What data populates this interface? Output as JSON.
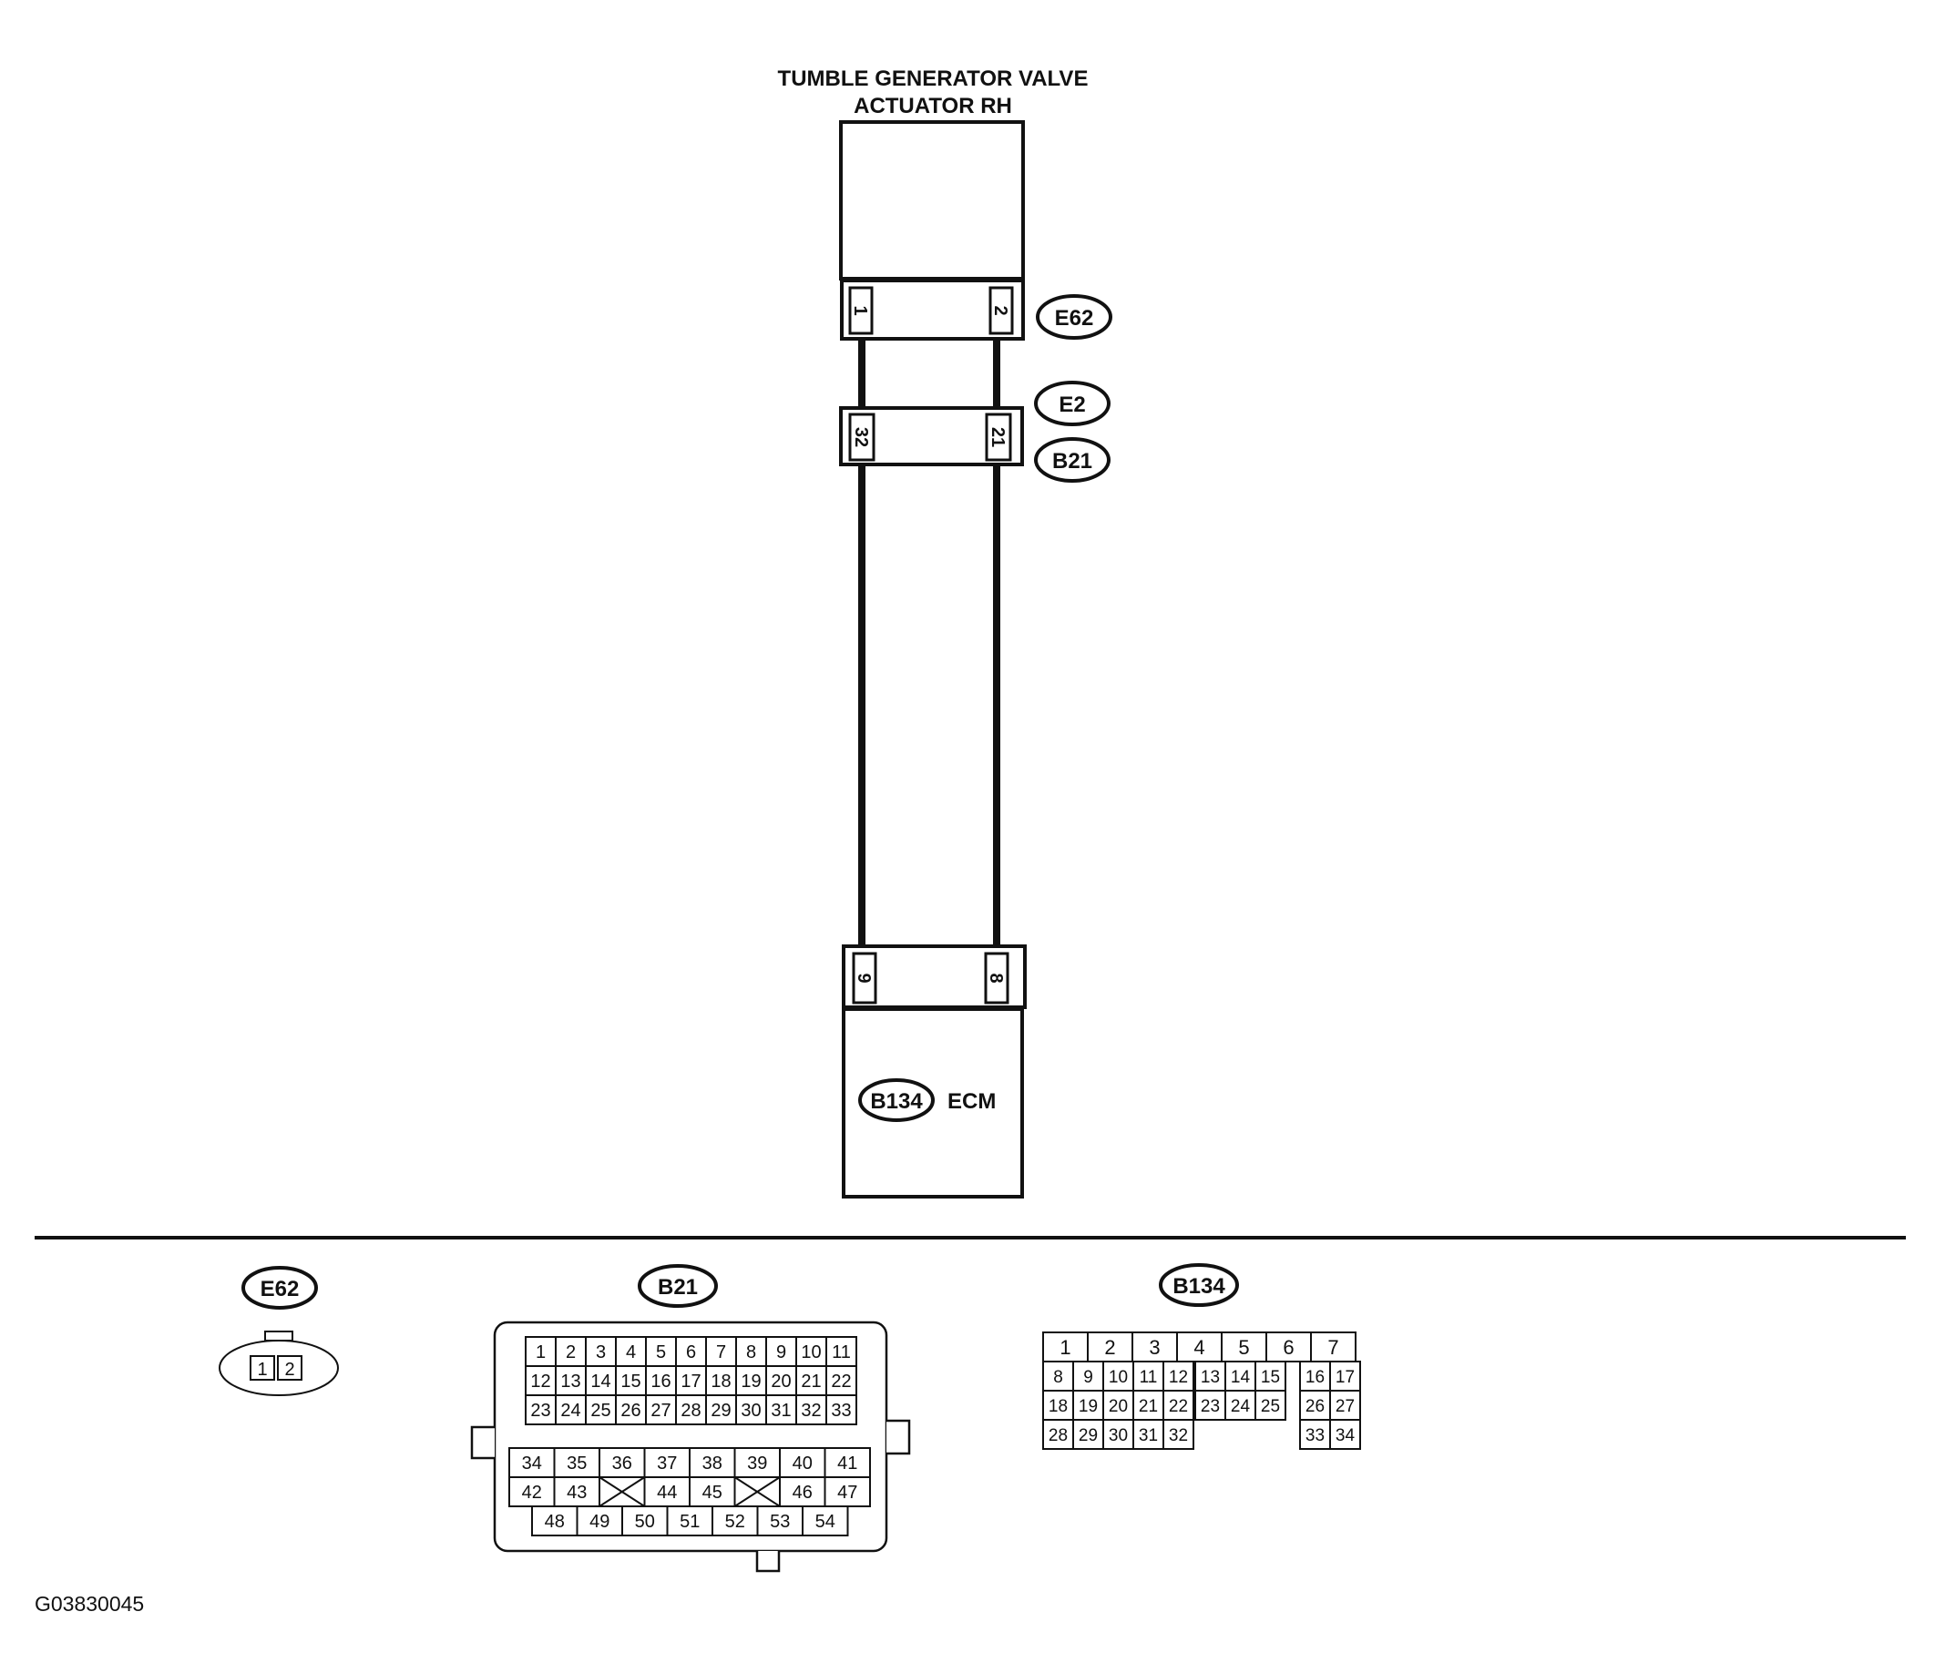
{
  "component_top": {
    "title_line1": "TUMBLE GENERATOR VALVE",
    "title_line2": "ACTUATOR RH"
  },
  "component_bottom": {
    "connector_id": "B134",
    "name": "ECM"
  },
  "top_connector": {
    "id": "E62",
    "left_pin": "1",
    "right_pin": "2"
  },
  "middle_connector": {
    "id_top": "E2",
    "id_bottom": "B21",
    "left_pin": "32",
    "right_pin": "21"
  },
  "bottom_connector": {
    "left_pin": "9",
    "right_pin": "8"
  },
  "connector_views": {
    "e62": {
      "id": "E62",
      "pins": [
        "1",
        "2"
      ]
    },
    "b21": {
      "id": "B21",
      "upper_rows": [
        [
          "1",
          "2",
          "3",
          "4",
          "5",
          "6",
          "7",
          "8",
          "9",
          "10",
          "11"
        ],
        [
          "12",
          "13",
          "14",
          "15",
          "16",
          "17",
          "18",
          "19",
          "20",
          "21",
          "22"
        ],
        [
          "23",
          "24",
          "25",
          "26",
          "27",
          "28",
          "29",
          "30",
          "31",
          "32",
          "33"
        ]
      ],
      "lower_rows": [
        [
          "34",
          "35",
          "36",
          "37",
          "38",
          "39",
          "40",
          "41"
        ],
        [
          "42",
          "43",
          "X",
          "44",
          "45",
          "X",
          "46",
          "47"
        ],
        [
          "48",
          "49",
          "50",
          "51",
          "52",
          "53",
          "54"
        ]
      ]
    },
    "b134": {
      "id": "B134",
      "top_row": [
        "1",
        "2",
        "3",
        "4",
        "5",
        "6",
        "7"
      ],
      "left_rows": [
        [
          "8",
          "9",
          "10",
          "11",
          "12"
        ],
        [
          "18",
          "19",
          "20",
          "21",
          "22"
        ],
        [
          "28",
          "29",
          "30",
          "31",
          "32"
        ]
      ],
      "mid_rows": [
        [
          "13",
          "14",
          "15"
        ],
        [
          "23",
          "24",
          "25"
        ]
      ],
      "right_rows": [
        [
          "16",
          "17"
        ],
        [
          "26",
          "27"
        ],
        [
          "33",
          "34"
        ]
      ]
    }
  },
  "figure_code": "G03830045"
}
